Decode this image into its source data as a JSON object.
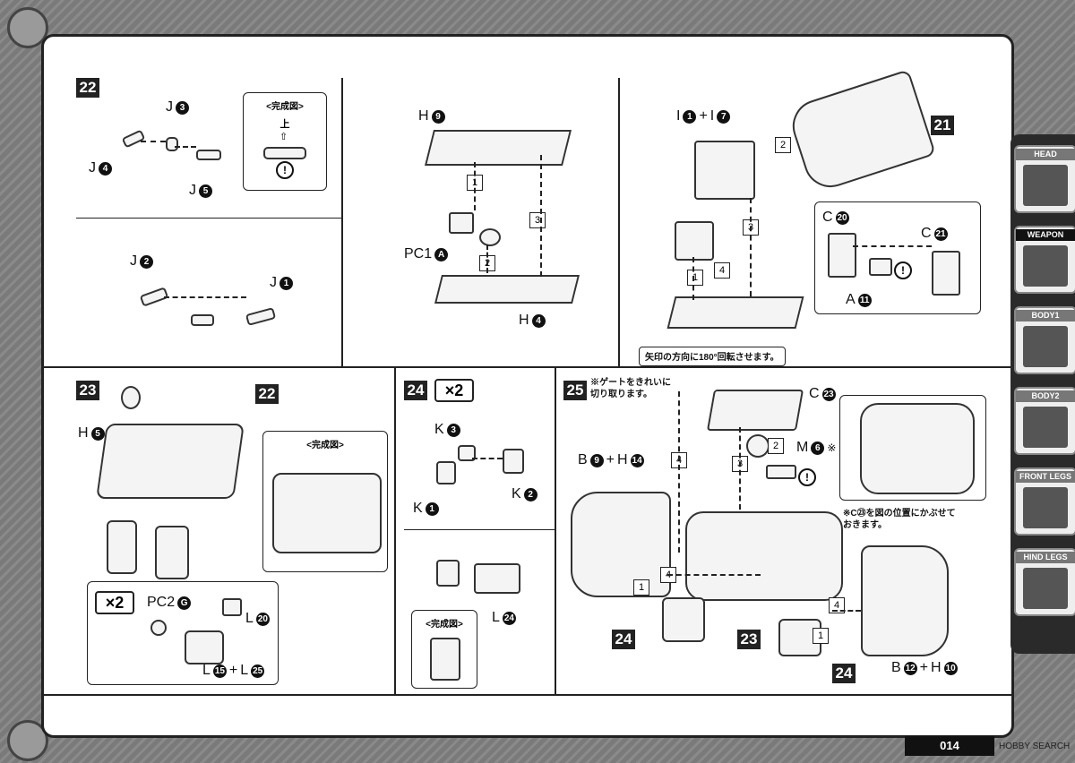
{
  "steps": {
    "s22": {
      "num": "22",
      "parts": {
        "j3": "J",
        "j3n": "3",
        "j4": "J",
        "j4n": "4",
        "j5": "J",
        "j5n": "5",
        "j2": "J",
        "j2n": "2",
        "j1": "J",
        "j1n": "1"
      },
      "done_title": "<完成図>",
      "up_label": "上"
    },
    "s22b": {
      "h9": "H",
      "h9n": "9",
      "pc1": "PC1",
      "pc1n": "A",
      "h4": "H",
      "h4n": "4",
      "seq": [
        "1",
        "2",
        "3"
      ]
    },
    "s22c": {
      "i1": "I",
      "i1n": "1",
      "plus": "+",
      "i7": "I",
      "i7n": "7",
      "ref": "21",
      "c20": "C",
      "c20n": "20",
      "c21": "C",
      "c21n": "21",
      "a11": "A",
      "a11n": "11",
      "seq": [
        "2",
        "3",
        "1",
        "4"
      ],
      "rotate_note": "矢印の方向に180°回転させます。"
    },
    "s23": {
      "num": "23",
      "ref": "22",
      "h5": "H",
      "h5n": "5",
      "done_title": "<完成図>",
      "mult": "×2",
      "pc2": "PC2",
      "pc2n": "G",
      "l20": "L",
      "l20n": "20",
      "l15": "L",
      "l15n": "15",
      "plus": "+",
      "l25": "L",
      "l25n": "25"
    },
    "s24": {
      "num": "24",
      "mult": "×2",
      "k3": "K",
      "k3n": "3",
      "k1": "K",
      "k1n": "1",
      "k2": "K",
      "k2n": "2",
      "l24": "L",
      "l24n": "24",
      "done_title": "<完成図>"
    },
    "s25": {
      "num": "25",
      "gate_note_1": "※ゲートをきれいに",
      "gate_note_2": "切り取ります。",
      "c23": "C",
      "c23n": "23",
      "m6": "M",
      "m6n": "6",
      "m6s": "※",
      "b9": "B",
      "b9n": "9",
      "plus": "+",
      "h14": "H",
      "h14n": "14",
      "b12": "B",
      "b12n": "12",
      "h10": "H",
      "h10n": "10",
      "ref24a": "24",
      "ref23": "23",
      "ref24b": "24",
      "seq": [
        "4",
        "2",
        "3",
        "4",
        "1",
        "1",
        "4"
      ],
      "pos_note_1": "※C㉓を図の位置にかぶせて",
      "pos_note_2": "おきます。"
    }
  },
  "tabs": [
    {
      "label": "HEAD",
      "active": false
    },
    {
      "label": "WEAPON",
      "active": true
    },
    {
      "label": "BODY1",
      "active": false
    },
    {
      "label": "BODY2",
      "active": false
    },
    {
      "label": "FRONT LEGS",
      "active": false
    },
    {
      "label": "HIND LEGS",
      "active": false
    }
  ],
  "footer": {
    "page": "014",
    "watermark": "HOBBY SEARCH"
  },
  "colors": {
    "ink": "#222222",
    "frame": "#7a7a7a",
    "tab_bg": "#2a2a2a",
    "paper": "#ffffff"
  }
}
